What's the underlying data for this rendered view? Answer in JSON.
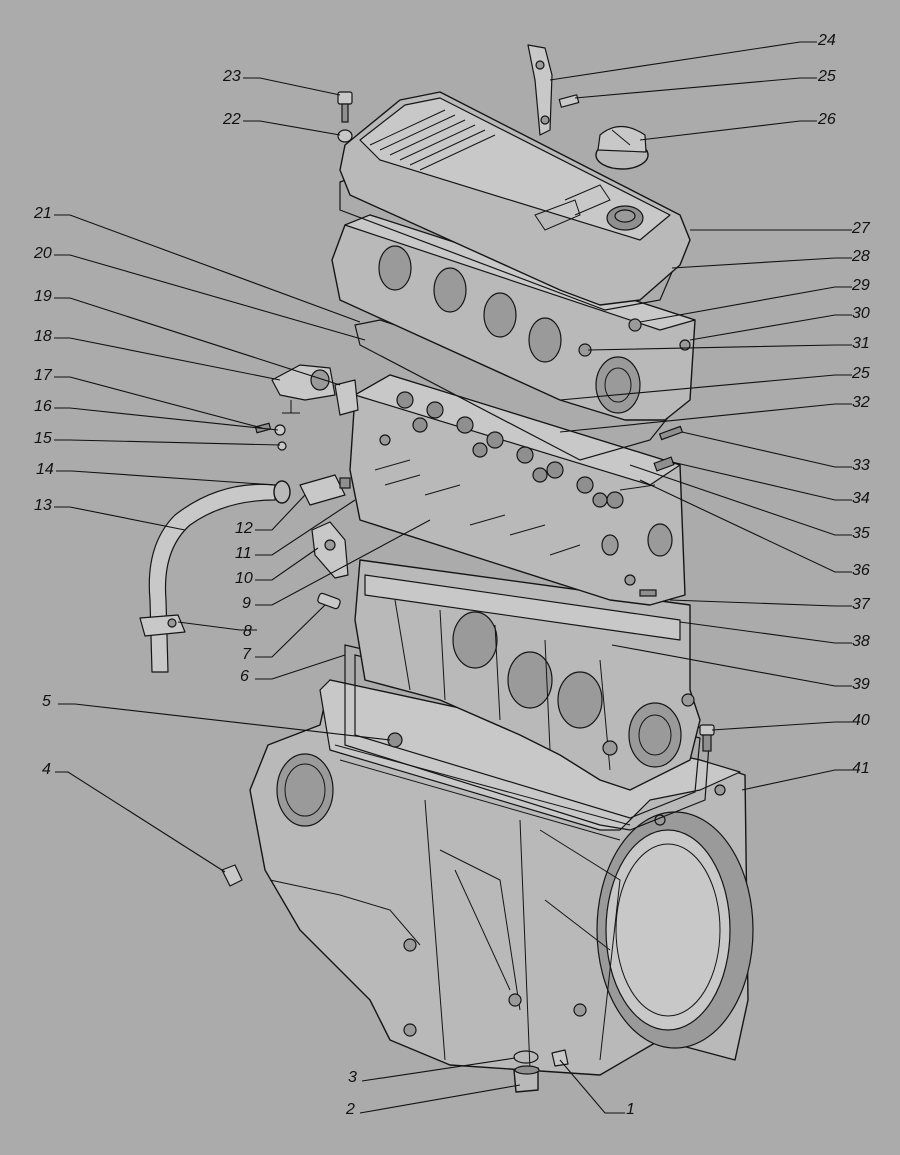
{
  "diagram": {
    "callouts": [
      {
        "id": "c1",
        "label": "1",
        "side": "below"
      },
      {
        "id": "c2",
        "label": "2",
        "side": "below"
      },
      {
        "id": "c3",
        "label": "3",
        "side": "below"
      },
      {
        "id": "c4",
        "label": "4",
        "side": "left"
      },
      {
        "id": "c5",
        "label": "5",
        "side": "left"
      },
      {
        "id": "c6",
        "label": "6",
        "side": "left"
      },
      {
        "id": "c7",
        "label": "7",
        "side": "left"
      },
      {
        "id": "c8",
        "label": "8",
        "side": "left"
      },
      {
        "id": "c9",
        "label": "9",
        "side": "left"
      },
      {
        "id": "c10",
        "label": "10",
        "side": "left"
      },
      {
        "id": "c11",
        "label": "11",
        "side": "left"
      },
      {
        "id": "c12",
        "label": "12",
        "side": "left"
      },
      {
        "id": "c13",
        "label": "13",
        "side": "left"
      },
      {
        "id": "c14",
        "label": "14",
        "side": "left"
      },
      {
        "id": "c15",
        "label": "15",
        "side": "left"
      },
      {
        "id": "c16",
        "label": "16",
        "side": "left"
      },
      {
        "id": "c17",
        "label": "17",
        "side": "left"
      },
      {
        "id": "c18",
        "label": "18",
        "side": "left"
      },
      {
        "id": "c19",
        "label": "19",
        "side": "left"
      },
      {
        "id": "c20",
        "label": "20",
        "side": "left"
      },
      {
        "id": "c21",
        "label": "21",
        "side": "left"
      },
      {
        "id": "c22",
        "label": "22",
        "side": "left"
      },
      {
        "id": "c23",
        "label": "23",
        "side": "left"
      },
      {
        "id": "c24",
        "label": "24",
        "side": "right"
      },
      {
        "id": "c25a",
        "label": "25",
        "side": "right"
      },
      {
        "id": "c26",
        "label": "26",
        "side": "right"
      },
      {
        "id": "c27",
        "label": "27",
        "side": "right"
      },
      {
        "id": "c28",
        "label": "28",
        "side": "right"
      },
      {
        "id": "c29",
        "label": "29",
        "side": "right"
      },
      {
        "id": "c30",
        "label": "30",
        "side": "right"
      },
      {
        "id": "c31",
        "label": "31",
        "side": "right"
      },
      {
        "id": "c25b",
        "label": "25",
        "side": "right"
      },
      {
        "id": "c32",
        "label": "32",
        "side": "right"
      },
      {
        "id": "c33",
        "label": "33",
        "side": "right"
      },
      {
        "id": "c34",
        "label": "34",
        "side": "right"
      },
      {
        "id": "c35",
        "label": "35",
        "side": "right"
      },
      {
        "id": "c36",
        "label": "36",
        "side": "right"
      },
      {
        "id": "c37",
        "label": "37",
        "side": "right"
      },
      {
        "id": "c38",
        "label": "38",
        "side": "right"
      },
      {
        "id": "c39",
        "label": "39",
        "side": "right"
      },
      {
        "id": "c40",
        "label": "40",
        "side": "right"
      },
      {
        "id": "c41",
        "label": "41",
        "side": "right"
      }
    ]
  },
  "colors": {
    "background": "#ababab",
    "line": "#111111"
  }
}
